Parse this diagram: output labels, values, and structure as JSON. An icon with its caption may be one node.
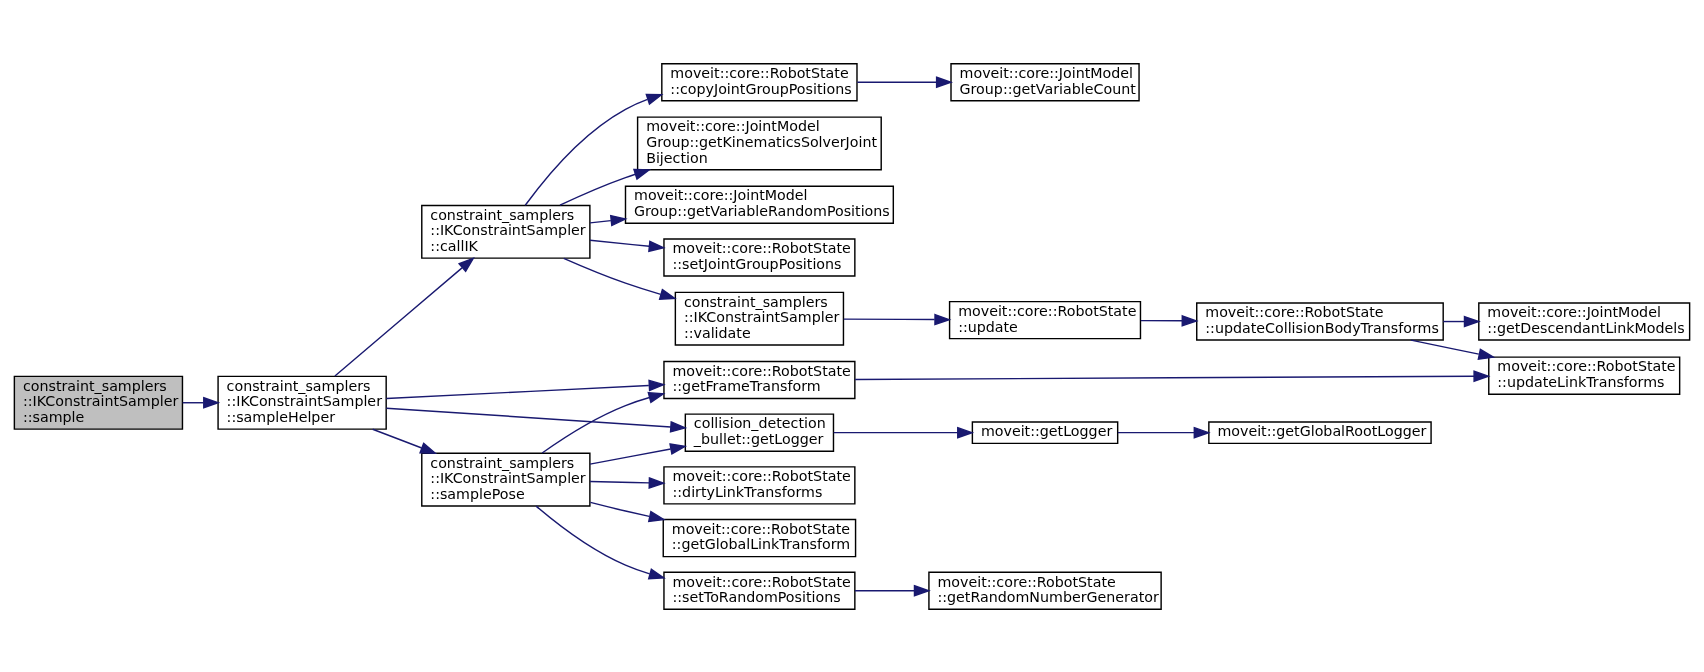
{
  "diagram": {
    "nodes": [
      {
        "text": [
          "constraint_samplers ::IKConstraintSampler ::sample"
        ]
      },
      {
        "text": [
          "constraint_samplers ::IKConstraintSampler ::sampleHelper"
        ]
      },
      {
        "text": [
          "constraint_samplers ::IKConstraintSampler ::callIK"
        ]
      },
      {
        "text": [
          "moveit::core::RobotState ::getFrameTransform"
        ]
      },
      {
        "text": [
          "collision_detection _bullet::getLogger"
        ]
      },
      {
        "text": [
          "constraint_samplers ::IKConstraintSampler ::samplePose"
        ]
      },
      {
        "text": [
          "moveit::core::RobotState ::copyJointGroupPositions"
        ]
      },
      {
        "text": [
          "moveit::core::JointModel Group::getKinematicsSolverJoint Bijection"
        ]
      },
      {
        "text": [
          "moveit::core::JointModel Group::getVariableRandomPositions"
        ]
      },
      {
        "text": [
          "moveit::core::RobotState ::setJointGroupPositions"
        ]
      },
      {
        "text": [
          "constraint_samplers ::IKConstraintSampler ::validate"
        ]
      },
      {
        "text": [
          "moveit::core::JointModel Group::getVariableCount"
        ]
      },
      {
        "text": [
          "moveit::core::RobotState ::update"
        ]
      },
      {
        "text": [
          "moveit::core::RobotState ::updateCollisionBodyTransforms"
        ]
      },
      {
        "text": [
          "moveit::core::JointModel ::getDescendantLinkModels"
        ]
      },
      {
        "text": [
          "moveit::core::RobotState ::updateLinkTransforms"
        ]
      },
      {
        "text": [
          "moveit::getLogger"
        ]
      },
      {
        "text": [
          "moveit::getGlobalRootLogger"
        ]
      },
      {
        "text": [
          "moveit::core::RobotState ::dirtyLinkTransforms"
        ]
      },
      {
        "text": [
          "moveit::core::RobotState ::getGlobalLinkTransform"
        ]
      },
      {
        "text": [
          "moveit::core::RobotState ::setToRandomPositions"
        ]
      },
      {
        "text": [
          "moveit::core::RobotState ::getRandomNumberGenerator"
        ]
      }
    ],
    "edges": [
      {
        "from": 0,
        "to": 1,
        "arrow": "to"
      },
      {
        "from": 1,
        "to": 2,
        "arrow": "to"
      },
      {
        "from": 1,
        "to": 3,
        "arrow": "to"
      },
      {
        "from": 1,
        "to": 4,
        "arrow": "to"
      },
      {
        "from": 1,
        "to": 5,
        "arrow": "to"
      },
      {
        "from": 2,
        "to": 6,
        "arrow": "to"
      },
      {
        "from": 2,
        "to": 7,
        "arrow": "to"
      },
      {
        "from": 2,
        "to": 8,
        "arrow": "to"
      },
      {
        "from": 2,
        "to": 9,
        "arrow": "to"
      },
      {
        "from": 2,
        "to": 10,
        "arrow": "to"
      },
      {
        "from": 6,
        "to": 11,
        "arrow": "to"
      },
      {
        "from": 10,
        "to": 12,
        "arrow": "to"
      },
      {
        "from": 12,
        "to": 13,
        "arrow": "to"
      },
      {
        "from": 13,
        "to": 14,
        "arrow": "to"
      },
      {
        "from": 13,
        "to": 15,
        "arrow": "to"
      },
      {
        "from": 3,
        "to": 15,
        "arrow": "to"
      },
      {
        "from": 4,
        "to": 16,
        "arrow": "to"
      },
      {
        "from": 16,
        "to": 17,
        "arrow": "to"
      },
      {
        "from": 5,
        "to": 3,
        "arrow": "to"
      },
      {
        "from": 5,
        "to": 4,
        "arrow": "to"
      },
      {
        "from": 5,
        "to": 18,
        "arrow": "to"
      },
      {
        "from": 5,
        "to": 19,
        "arrow": "to"
      },
      {
        "from": 5,
        "to": 20,
        "arrow": "to"
      },
      {
        "from": 20,
        "to": 21,
        "arrow": "to"
      }
    ]
  }
}
